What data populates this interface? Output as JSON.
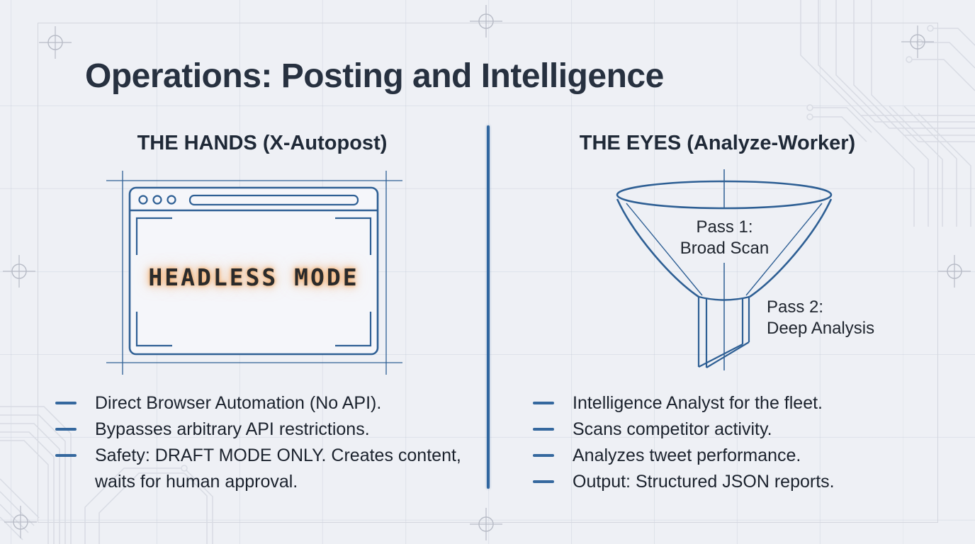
{
  "title": "Operations: Posting and Intelligence",
  "columns": {
    "left": {
      "heading": "THE HANDS (X-Autopost)",
      "illustration": "browser window in blueprint style",
      "illustration_label": "HEADLESS MODE",
      "bullets": [
        "Direct Browser Automation (No API).",
        "Bypasses arbitrary API restrictions.",
        "Safety: DRAFT MODE ONLY. Creates content, waits for human approval."
      ]
    },
    "right": {
      "heading": "THE EYES (Analyze-Worker)",
      "illustration": "funnel in blueprint style",
      "funnel_labels": {
        "pass1_line1": "Pass 1:",
        "pass1_line2": "Broad Scan",
        "pass2_line1": "Pass 2:",
        "pass2_line2": "Deep Analysis"
      },
      "bullets": [
        "Intelligence Analyst for the fleet.",
        "Scans competitor activity.",
        "Analyzes tweet performance.",
        "Output: Structured JSON reports."
      ]
    }
  },
  "colors": {
    "background": "#eef0f5",
    "accent_blue": "#35689e",
    "stroke_blue": "#2e5f94",
    "ink": "#1b222d",
    "heading_ink": "#1f2937",
    "title_ink": "#273140",
    "glow_orange": "#f6aa64",
    "decoration_gray": "#d8dbe3"
  }
}
